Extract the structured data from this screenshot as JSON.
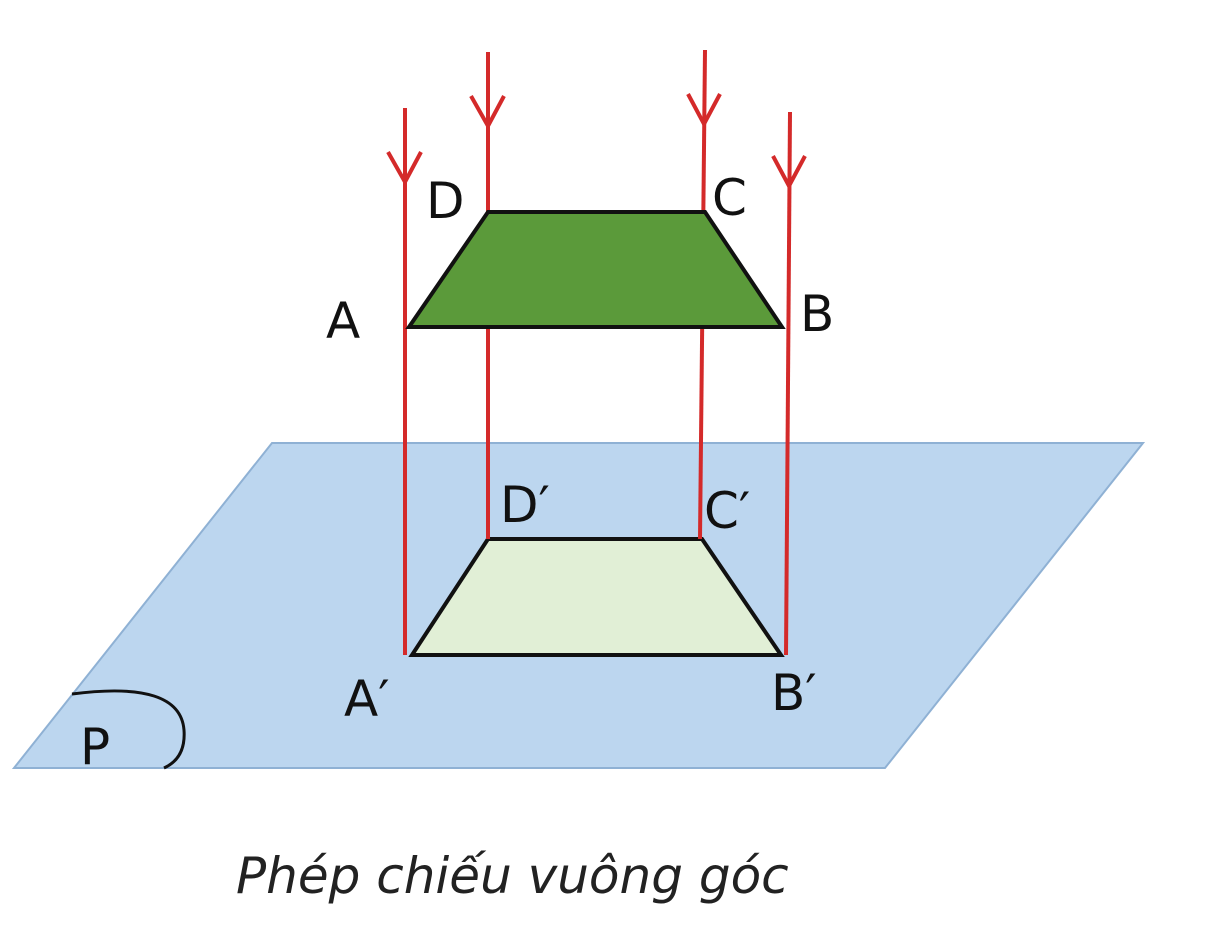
{
  "caption": "Phép chiếu vuông góc",
  "plane_label": "P",
  "points": {
    "A": "A",
    "B": "B",
    "C": "C",
    "D": "D",
    "A_prime": "A′",
    "B_prime": "B′",
    "C_prime": "C′",
    "D_prime": "D′"
  },
  "colors": {
    "plane_fill": "#bcd6ef",
    "plane_stroke": "#8fb1d4",
    "object_fill": "#5b9a3a",
    "image_fill": "#e1efd6",
    "ray_color": "#d42a2a",
    "edge_color": "#111111"
  }
}
